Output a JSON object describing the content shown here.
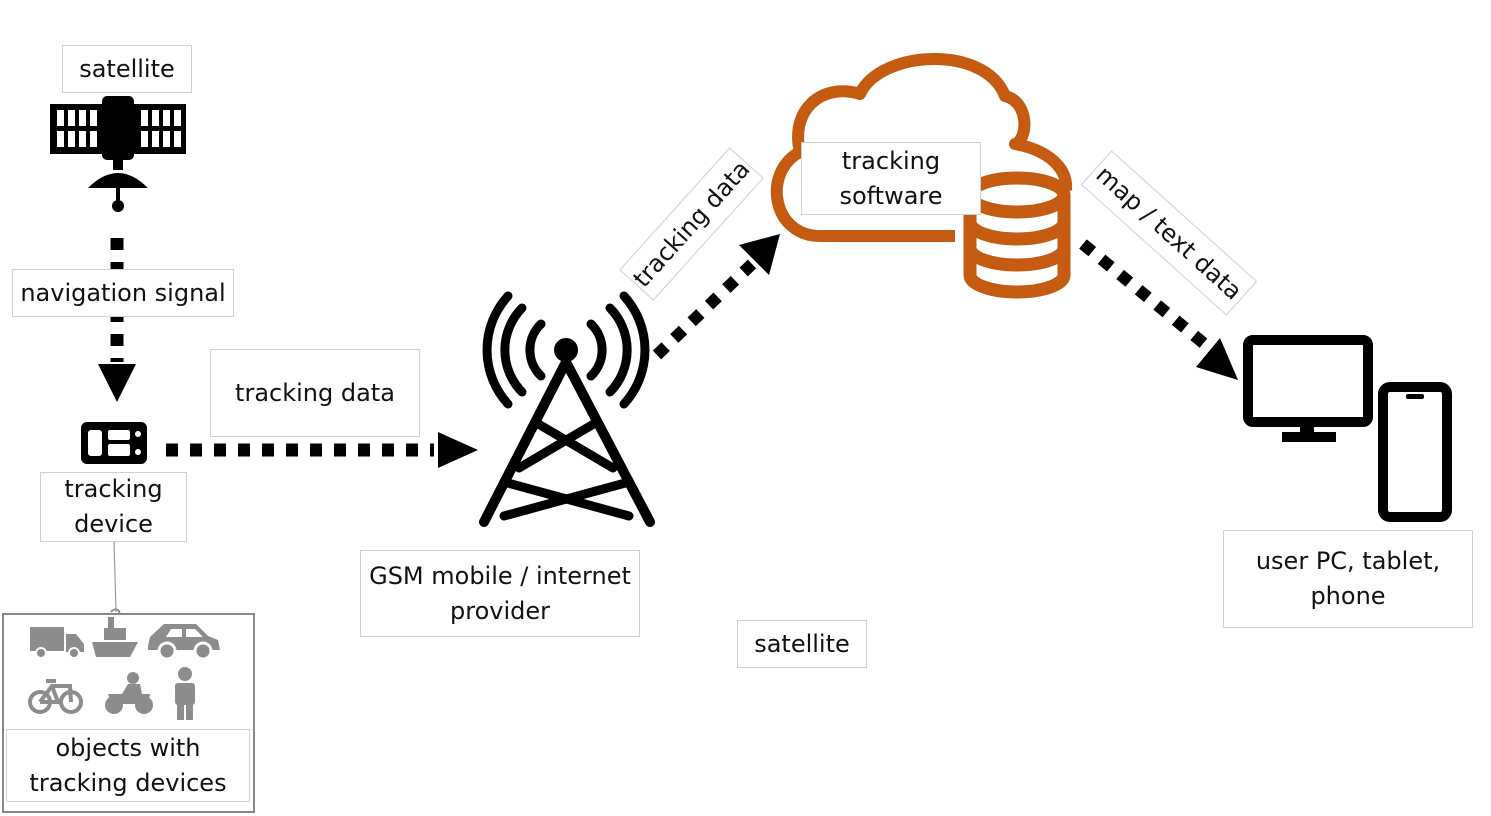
{
  "labels": {
    "satellite_top": "satellite",
    "navigation_signal": "navigation signal",
    "tracking_device": [
      "tracking",
      "device"
    ],
    "tracking_data_horizontal": "tracking data",
    "tracking_data_diagonal": "tracking data",
    "gsm_provider": [
      "GSM mobile / internet",
      "provider"
    ],
    "tracking_software": [
      "tracking",
      "software"
    ],
    "map_text_data": "map / text data",
    "user_devices": [
      "user PC, tablet,",
      "phone"
    ],
    "satellite_bottom": "satellite",
    "objects": [
      "objects with",
      "tracking devices"
    ]
  },
  "colors": {
    "cloud": "#c55a11",
    "icon": "#000000",
    "object_icons": "#8c8c8c",
    "box_border": "#d0d0d0"
  },
  "icons": {
    "satellite": "satellite-icon",
    "tracker": "tracker-board-icon",
    "tower": "cell-tower-icon",
    "cloud": "cloud-icon",
    "database": "database-icon",
    "monitor": "monitor-icon",
    "phone": "phone-icon",
    "truck": "truck-icon",
    "ship": "ship-icon",
    "car": "car-icon",
    "bicycle": "bicycle-icon",
    "motorcycle": "motorcycle-icon",
    "person": "person-icon"
  }
}
